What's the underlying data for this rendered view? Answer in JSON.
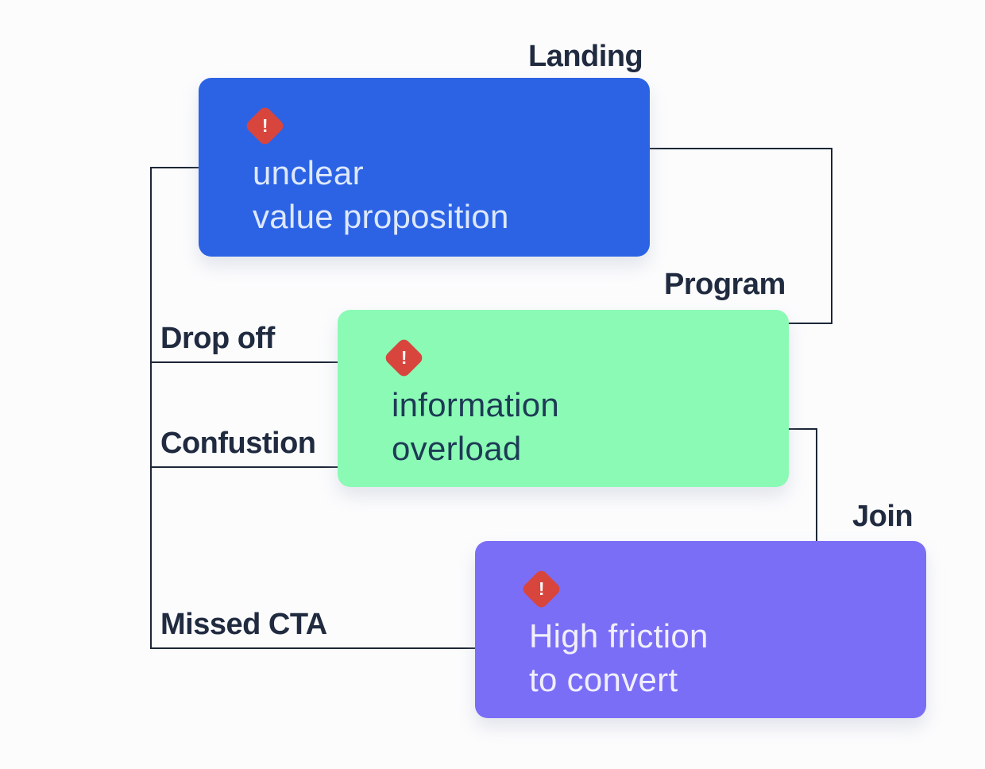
{
  "diagram": {
    "title_present": false,
    "stages": [
      {
        "name": "Landing",
        "issue_line1": "unclear",
        "issue_line2": "value proposition",
        "color": "#2C63E5",
        "text_color": "#DDE8FB"
      },
      {
        "name": "Program",
        "issue_line1": "information",
        "issue_line2": "overload",
        "color": "#8AFAB5",
        "text_color": "#1E3A55"
      },
      {
        "name": "Join",
        "issue_line1": "High friction",
        "issue_line2": "to convert",
        "color": "#7B6EF6",
        "text_color": "#F0EFFD"
      }
    ],
    "pain_points": [
      {
        "label": "Drop off"
      },
      {
        "label": "Confustion"
      },
      {
        "label": "Missed CTA"
      }
    ],
    "warning_glyph": "!",
    "colors": {
      "background": "#FCFCFD",
      "connector_line": "#1C2637",
      "label_text": "#202B40",
      "warning_icon": "#D8453D",
      "warning_glyph_color": "#FFFFFF"
    }
  }
}
